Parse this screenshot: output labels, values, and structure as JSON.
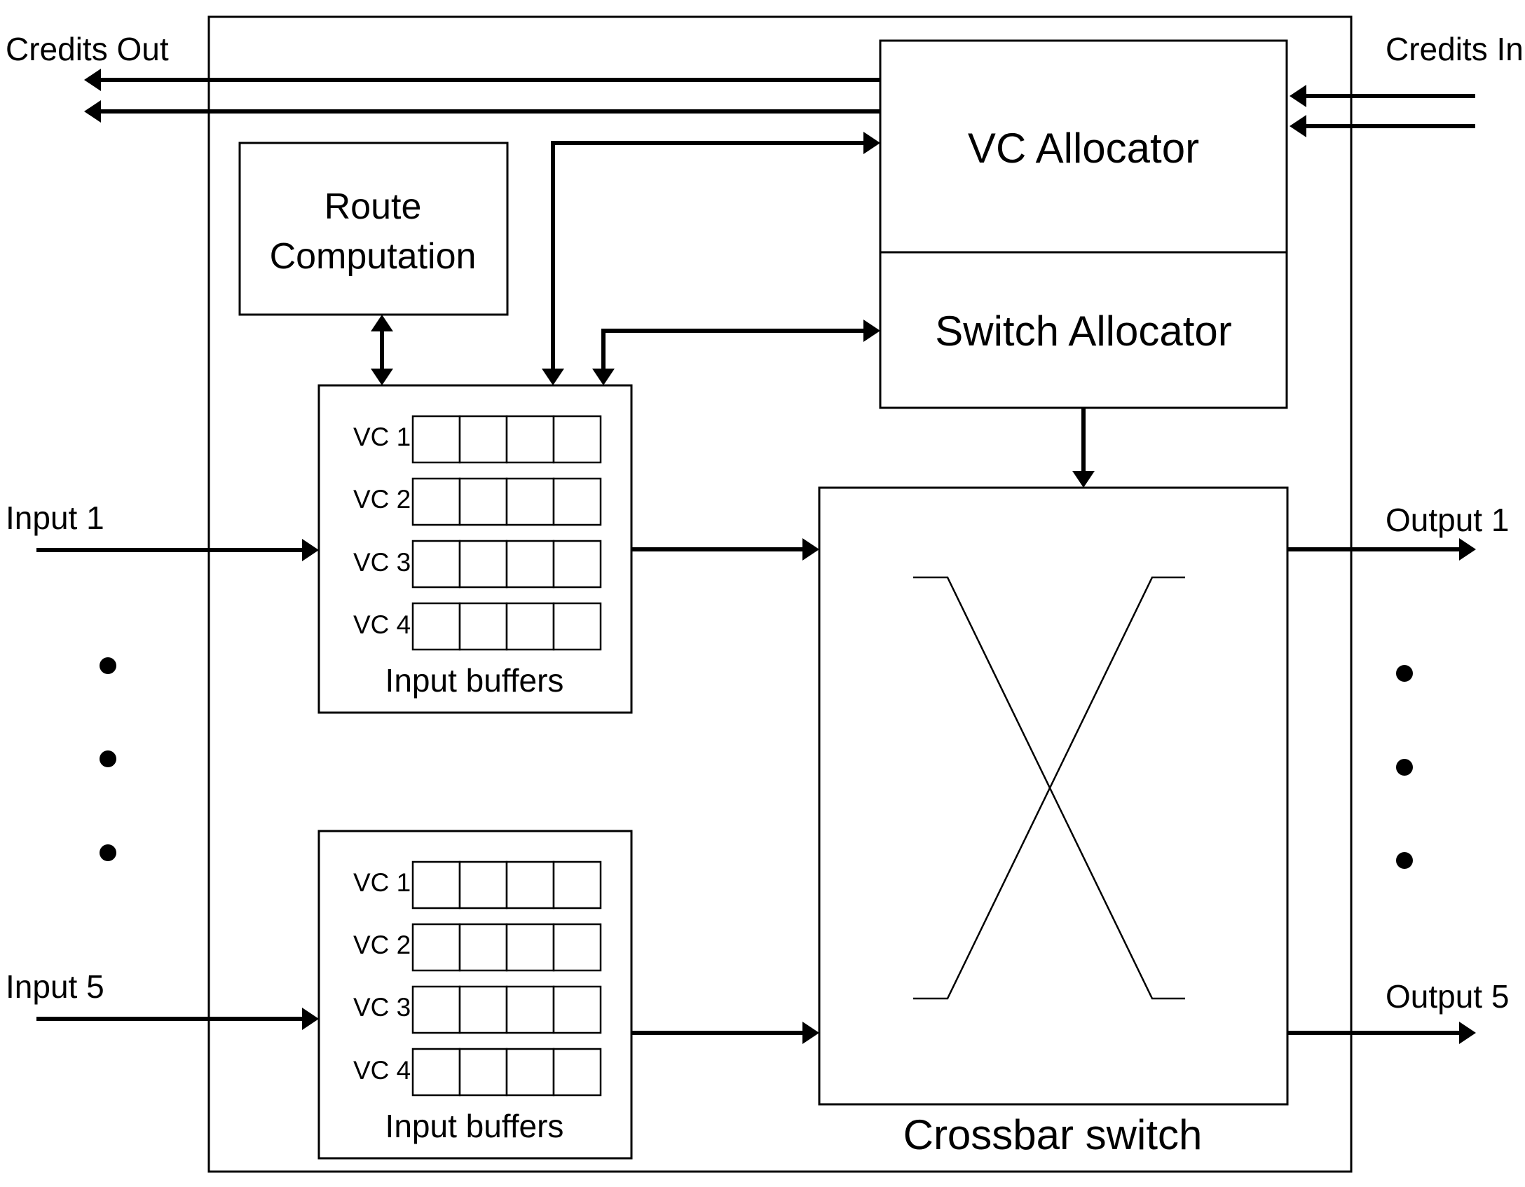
{
  "labels": {
    "credits_out": "Credits Out",
    "credits_in": "Credits In",
    "vc_allocator": "VC Allocator",
    "switch_allocator": "Switch Allocator",
    "route_computation_line1": "Route",
    "route_computation_line2": "Computation",
    "crossbar_switch": "Crossbar switch",
    "input_1": "Input 1",
    "input_5": "Input 5",
    "output_1": "Output 1",
    "output_5": "Output 5"
  },
  "input_buffer_units": [
    {
      "caption": "Input buffers",
      "vcs": [
        "VC 1",
        "VC 2",
        "VC 3",
        "VC 4"
      ],
      "slots_per_vc": 4
    },
    {
      "caption": "Input buffers",
      "vcs": [
        "VC 1",
        "VC 2",
        "VC 3",
        "VC 4"
      ],
      "slots_per_vc": 4
    }
  ],
  "colors": {
    "stroke": "#000000",
    "background": "#ffffff"
  }
}
